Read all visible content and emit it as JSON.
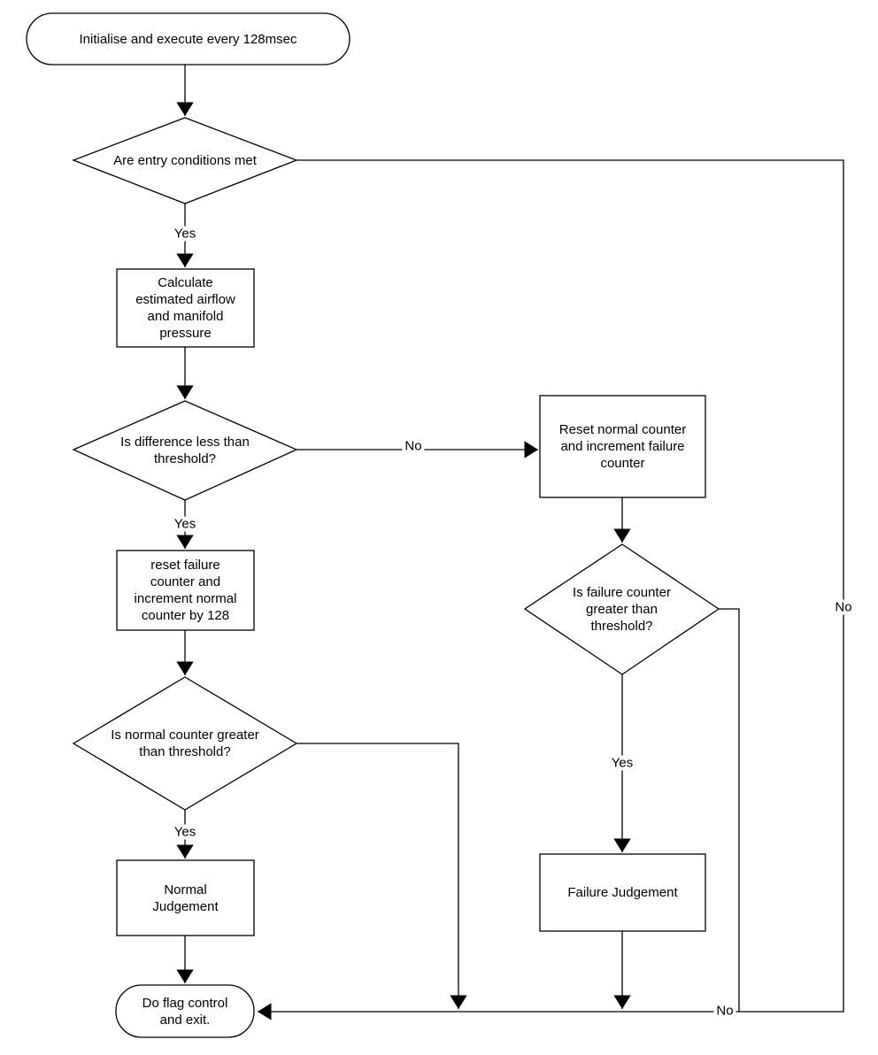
{
  "diagram": {
    "type": "flowchart",
    "nodes": {
      "start": {
        "label": "Initialise and execute every 128msec"
      },
      "entry_conditions": {
        "label": "Are entry conditions met"
      },
      "calculate": {
        "label": "Calculate\nestimated airflow\nand manifold\npressure"
      },
      "difference": {
        "label": "Is difference less than\nthreshold?"
      },
      "reset_normal": {
        "label": "Reset normal counter\nand increment failure\ncounter"
      },
      "reset_failure": {
        "label": "reset failure\ncounter and\nincrement normal\ncounter by 128"
      },
      "failure_counter": {
        "label": "Is failure counter\ngreater than\nthreshold?"
      },
      "normal_counter": {
        "label": "Is normal counter greater\nthan threshold?"
      },
      "normal_judgement": {
        "label": "Normal\nJudgement"
      },
      "failure_judgement": {
        "label": "Failure Judgement"
      },
      "end": {
        "label": "Do flag control\nand exit."
      }
    },
    "edge_labels": {
      "entry_yes": "Yes",
      "entry_no": "No",
      "difference_no": "No",
      "difference_yes": "Yes",
      "normal_yes": "Yes",
      "failure_yes": "Yes",
      "failure_no": "No"
    }
  },
  "colors": {
    "line": "#000000",
    "background": "#ffffff",
    "text": "#000000"
  }
}
